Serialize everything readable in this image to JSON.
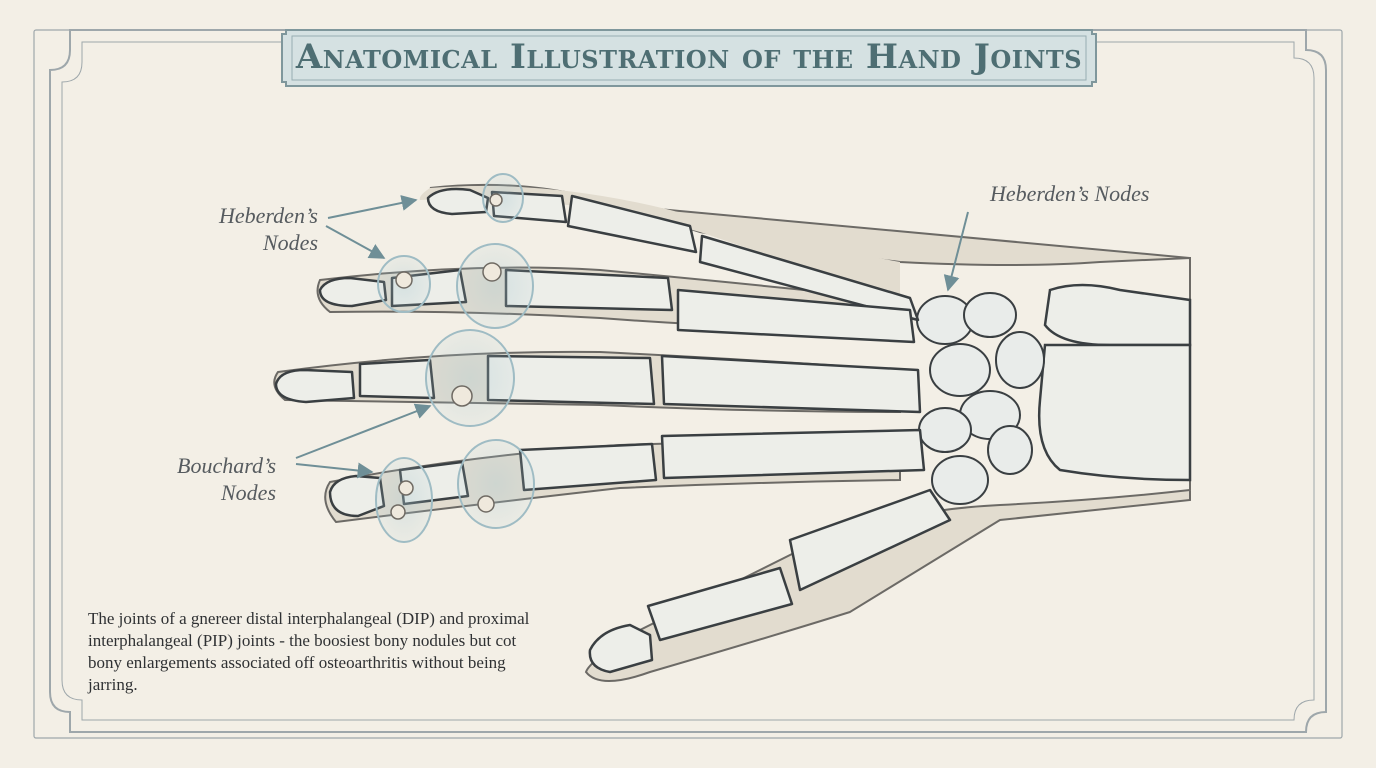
{
  "title": "Anatomical Illustration of the Hand Joints",
  "labels": {
    "heberden_left_line1": "Heberden’s",
    "heberden_left_line2": "Nodes",
    "heberden_right": "Heberden’s Nodes",
    "bouchard_line1": "Bouchard’s",
    "bouchard_line2": "Nodes"
  },
  "caption": "The joints of a gnereer distal interphalangeal (DIP) and proximal interphalangeal (PIP) joints - the boosiest bony nodules but cot bony enlargements associated off osteoarthritis without being jarring.",
  "colors": {
    "paper": "#f3efe6",
    "frame": "#9ea7ab",
    "bone_fill": "#edeee9",
    "bone_stroke": "#3a3f42",
    "skin": "#dcd5c9",
    "joint_highlight": "#a9c9d2",
    "title_text": "#4e6e73",
    "arrow": "#6f8f97"
  }
}
